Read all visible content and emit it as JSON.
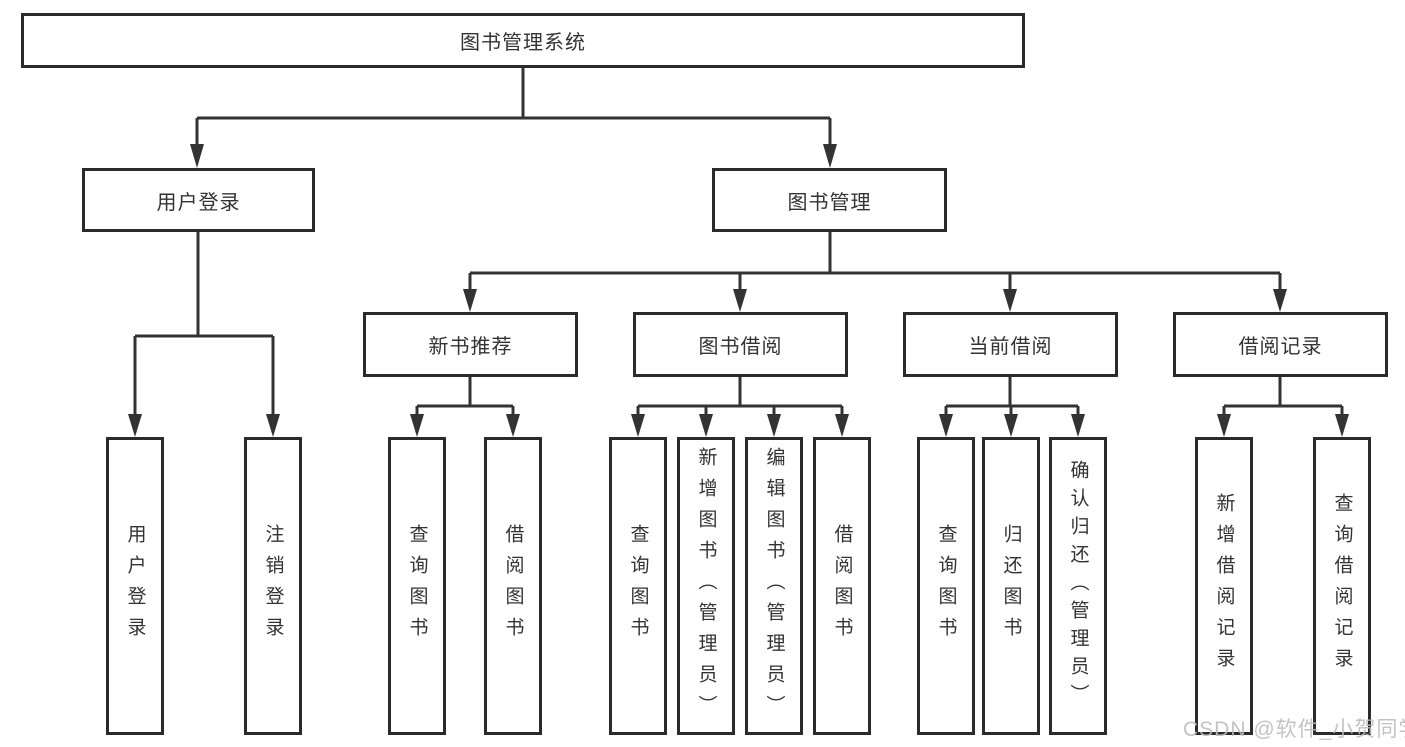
{
  "diagram_type": "hierarchy-tree",
  "tree": {
    "label": "图书管理系统",
    "children": [
      {
        "label": "用户登录",
        "children": [
          {
            "label": "用户登录"
          },
          {
            "label": "注销登录"
          }
        ]
      },
      {
        "label": "图书管理",
        "children": [
          {
            "label": "新书推荐",
            "children": [
              {
                "label": "查询图书"
              },
              {
                "label": "借阅图书"
              }
            ]
          },
          {
            "label": "图书借阅",
            "children": [
              {
                "label": "查询图书"
              },
              {
                "label": "新增图书（管理员）"
              },
              {
                "label": "编辑图书（管理员）"
              },
              {
                "label": "借阅图书"
              }
            ]
          },
          {
            "label": "当前借阅",
            "children": [
              {
                "label": "查询图书"
              },
              {
                "label": "归还图书"
              },
              {
                "label": "确认归还（管理员）"
              }
            ]
          },
          {
            "label": "借阅记录",
            "children": [
              {
                "label": "新增借阅记录"
              },
              {
                "label": "查询借阅记录"
              }
            ]
          }
        ]
      }
    ]
  },
  "watermark": {
    "text": "CSDN @软件_小贺同学"
  },
  "colors": {
    "box_border": "#2b2b2b",
    "text": "#333333",
    "connector": "#333333",
    "background": "#ffffff",
    "watermark": "#bdbdbd"
  }
}
